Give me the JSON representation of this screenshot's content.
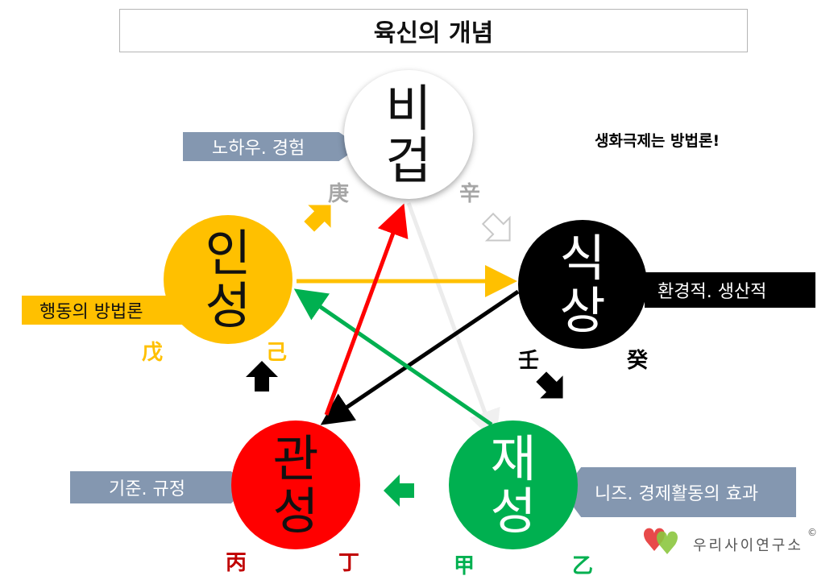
{
  "title": "육신의 개념",
  "note": "생화극제는 방법론!",
  "circles": {
    "bigeop": {
      "line1": "비",
      "line2": "겁",
      "color": "#ffffff"
    },
    "insung": {
      "line1": "인",
      "line2": "성",
      "color": "#ffc000"
    },
    "siksang": {
      "line1": "식",
      "line2": "상",
      "color": "#000000"
    },
    "gwansung": {
      "line1": "관",
      "line2": "성",
      "color": "#ff0000"
    },
    "jaesung": {
      "line1": "재",
      "line2": "성",
      "color": "#00b050"
    }
  },
  "tags": {
    "nohau": "노하우. 경험",
    "haengdong": "행동의 방법론",
    "hwangyeong": "환경적. 생산적",
    "gijun": "기준. 규정",
    "needs": "니즈. 경제활동의 효과"
  },
  "stems": {
    "gyeong": "庚",
    "sin": "辛",
    "mu": "戊",
    "gi": "己",
    "im": "壬",
    "gye": "癸",
    "byeong": "丙",
    "jeong": "丁",
    "gap": "甲",
    "eul": "乙"
  },
  "logo": {
    "text": "우리사이연구소",
    "copyright": "©"
  },
  "colors": {
    "yellow": "#ffc000",
    "black": "#000000",
    "red": "#ff0000",
    "green": "#00b050",
    "gray_blue": "#8497b0",
    "stem_gray": "#a6a6a6",
    "dark_red": "#c00000"
  }
}
